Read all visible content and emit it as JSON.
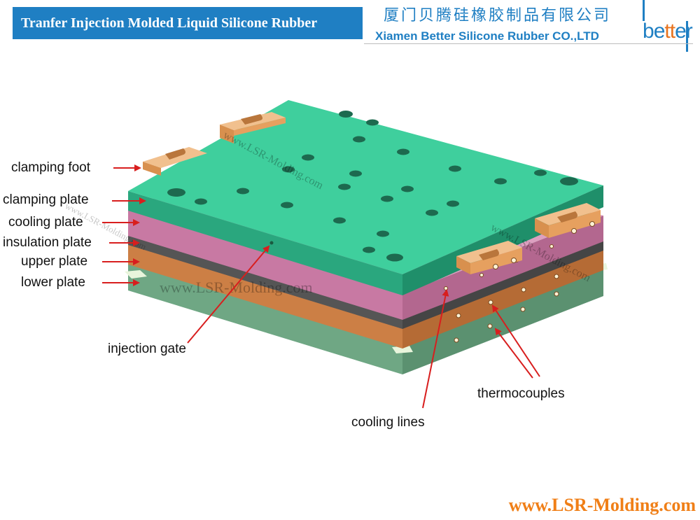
{
  "header": {
    "title": "Tranfer Injection Molded Liquid Silicone Rubber",
    "company_cn": "厦门贝腾硅橡胶制品有限公司",
    "company_en": "Xiamen Better Silicone Rubber CO.,LTD",
    "logo_text": "better"
  },
  "labels": {
    "clamping_foot": "clamping foot",
    "clamping_plate": "clamping plate",
    "cooling_plate": "cooling plate",
    "insulation_plate": "insulation plate",
    "upper_plate": "upper plate",
    "lower_plate": "lower plate",
    "injection_gate": "injection gate",
    "thermocouples": "thermocouples",
    "cooling_lines": "cooling lines"
  },
  "watermark": "www.LSR-Molding.com",
  "footer_url": "www.LSR-Molding.com",
  "colors": {
    "title_bg": "#1f7fc3",
    "clamping_plate": "#3fcf9d",
    "cooling_plate": "#c879a3",
    "insulation_plate": "#555555",
    "upper_plate": "#cc7f45",
    "lower_plate": "#6fa784",
    "clamping_foot": "#e6a05f",
    "arrow": "#d81e1e",
    "footer": "#f07f17"
  }
}
